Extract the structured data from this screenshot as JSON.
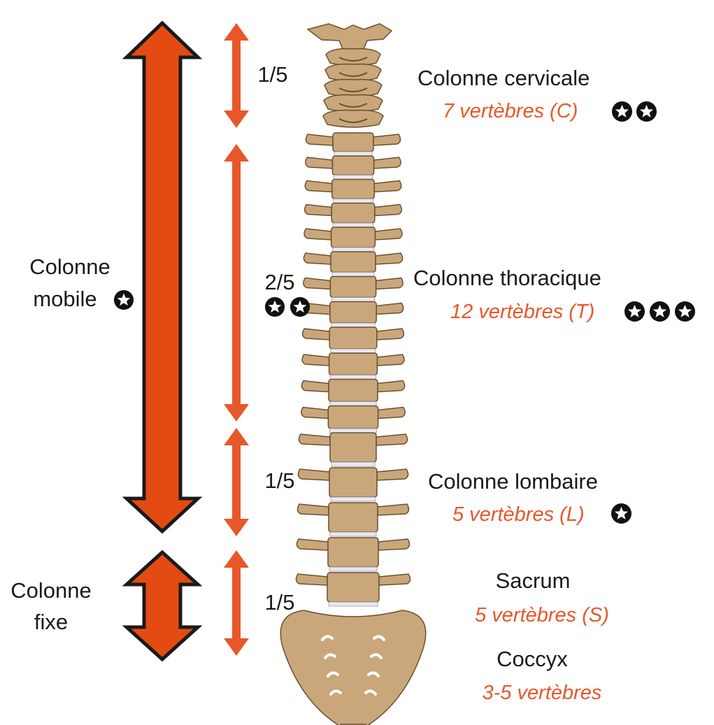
{
  "sections": [
    {
      "id": "cervical",
      "title": "Colonne cervicale",
      "subtitle": "7 vertèbres (C)",
      "stars": 2,
      "fraction": "1/5",
      "fraction_stars": 0
    },
    {
      "id": "thoracic",
      "title": "Colonne thoracique",
      "subtitle": "12 vertèbres (T)",
      "stars": 3,
      "fraction": "2/5",
      "fraction_stars": 2
    },
    {
      "id": "lumbar",
      "title": "Colonne lombaire",
      "subtitle": "5 vertèbres (L)",
      "stars": 1,
      "fraction": "1/5",
      "fraction_stars": 0
    },
    {
      "id": "sacrum",
      "title": "Sacrum",
      "subtitle": "5 vertèbres (S)",
      "stars": 0,
      "fraction": "1/5",
      "fraction_stars": 0
    },
    {
      "id": "coccyx",
      "title": "Coccyx",
      "subtitle": "3-5 vertèbres",
      "stars": 0
    }
  ],
  "mobile": {
    "line1": "Colonne",
    "line2": "mobile",
    "stars": 1
  },
  "fixed": {
    "line1": "Colonne",
    "line2": "fixe"
  },
  "colors": {
    "accent": "#e8572a",
    "bone": "#c9a77b",
    "bone_dark": "#6b4f2f",
    "disc": "#e9e9ee",
    "text": "#1a1a1a"
  },
  "icons": {
    "star_badge": "star-circle-icon"
  }
}
